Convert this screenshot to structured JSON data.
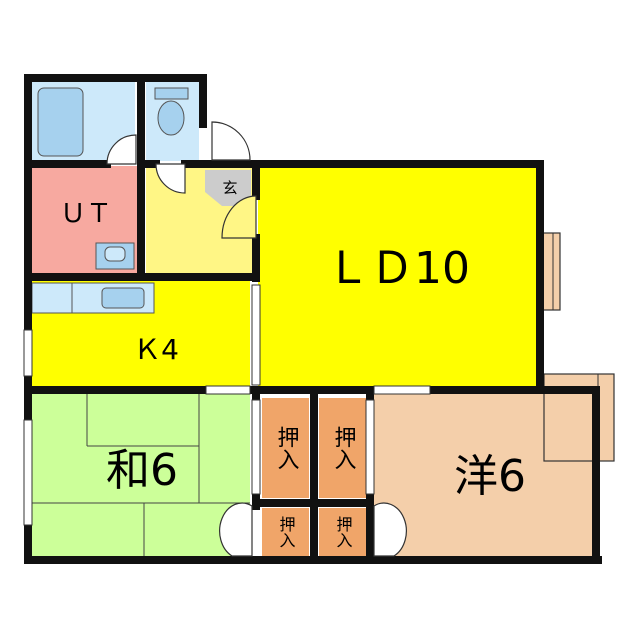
{
  "rooms": {
    "ut": "ＵＴ",
    "genkan": "玄",
    "ld": "ＬＤ10",
    "k": "Ｋ4",
    "wa": "和6",
    "yo": "洋6",
    "oshiire_1": "押入",
    "oshiire_2": "押入",
    "oshiire_3": "押入",
    "oshiire_4": "押入"
  },
  "colors": {
    "bath": "#cde9fa",
    "ut": "#f7a9a0",
    "genkan_hall": "#fff685",
    "genkan_floor": "#cccccc",
    "ld": "#ffff00",
    "kitchen": "#ffff00",
    "wa": "#ccff99",
    "yo": "#f4cfaa",
    "oshiire": "#f0a569",
    "balcony": "#f4cfaa",
    "wall": "#111111"
  }
}
